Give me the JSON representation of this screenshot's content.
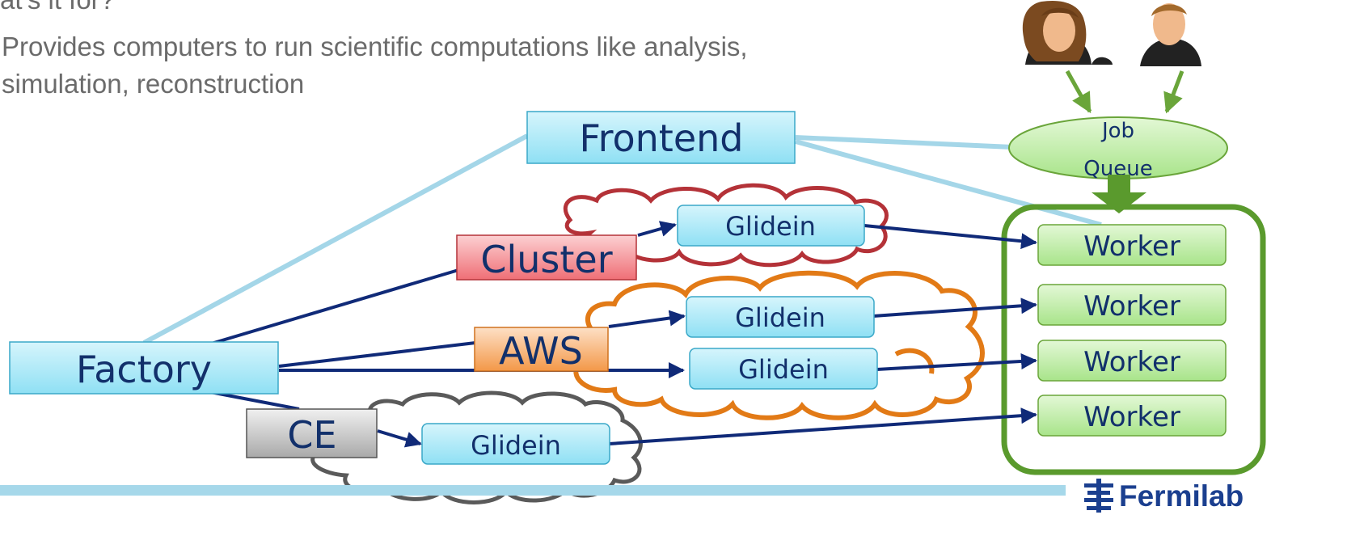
{
  "header": {
    "line0": "at's it for?",
    "line1": "Provides computers to run scientific computations like analysis,",
    "line2": "simulation, reconstruction"
  },
  "nodes": {
    "frontend": "Frontend",
    "factory": "Factory",
    "cluster": "Cluster",
    "aws": "AWS",
    "ce": "CE",
    "job_queue_line1": "Job",
    "job_queue_line2": "Queue",
    "glidein": "Glidein",
    "worker": "Worker"
  },
  "footer": {
    "logo_text": "Fermilab"
  },
  "colors": {
    "box_blue": "#9ee6f7",
    "box_green": "#b7ec9c",
    "cluster_red": "#f47f84",
    "aws_orange": "#f6a25c",
    "ce_gray": "#bdbdbd",
    "arrow_navy": "#102a78",
    "link_lightblue": "#9fd3e6",
    "cloud_red": "#b43238",
    "cloud_orange": "#e27a16",
    "cloud_gray": "#5a5a5a",
    "pool_green": "#5a9a2d",
    "fermilab_blue": "#1b3f8f"
  }
}
